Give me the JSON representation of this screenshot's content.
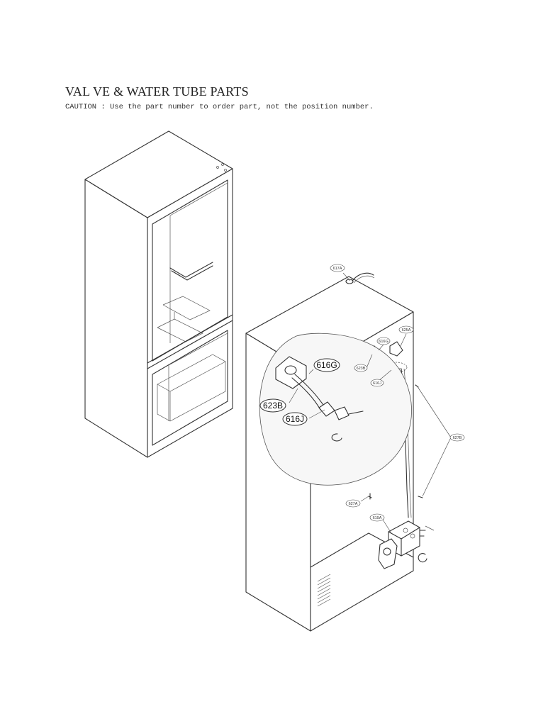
{
  "header": {
    "title": "VAL VE & WATER TUBE PARTS",
    "caution": "CAUTION : Use the part number to order part, not the position number."
  },
  "callouts": {
    "detail_616G": "616G",
    "detail_623B": "623B",
    "detail_616J": "616J",
    "c_617A": "617A",
    "c_625A": "625A",
    "c_616G": "616G",
    "c_623B": "623B",
    "c_616J": "616J",
    "c_627B": "627B",
    "c_627A": "627A",
    "c_619A": "619A"
  }
}
